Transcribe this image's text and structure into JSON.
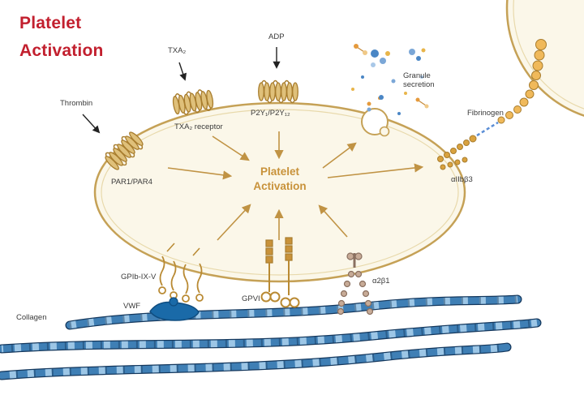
{
  "title": {
    "line1": "Platelet",
    "line2": "Activation"
  },
  "center": {
    "line1": "Platelet",
    "line2": "Activation"
  },
  "labels": {
    "thrombin": "Thrombin",
    "txa2": "TXA₂",
    "txa2_receptor": "TXA₂ receptor",
    "adp": "ADP",
    "p2y": "P2Y₁/P2Y₁₂",
    "granule_line1": "Granule",
    "granule_line2": "secretion",
    "fibrinogen": "Fibrinogen",
    "aiibb3": "αIIbβ3",
    "par": "PAR1/PAR4",
    "gpib": "GPIb-IX-V",
    "vwf": "VWF",
    "gpvi": "GPVI",
    "a2b1": "α2β1",
    "collagen": "Collagen"
  },
  "colors": {
    "title_red": "#c21f2e",
    "center_gold": "#c8923a",
    "membrane": "#c5a156",
    "cell_fill": "#fbf7e9",
    "receptor_gold": "#b98a33",
    "collagen_dark": "#14375c",
    "collagen_mid": "#3f7fb5",
    "collagen_light": "#9cc6e6",
    "vwf_blue": "#1a6aa8",
    "label_text": "#3a3a3a",
    "granule_blue": "#4a86c5",
    "granule_orange": "#e59a3c"
  }
}
